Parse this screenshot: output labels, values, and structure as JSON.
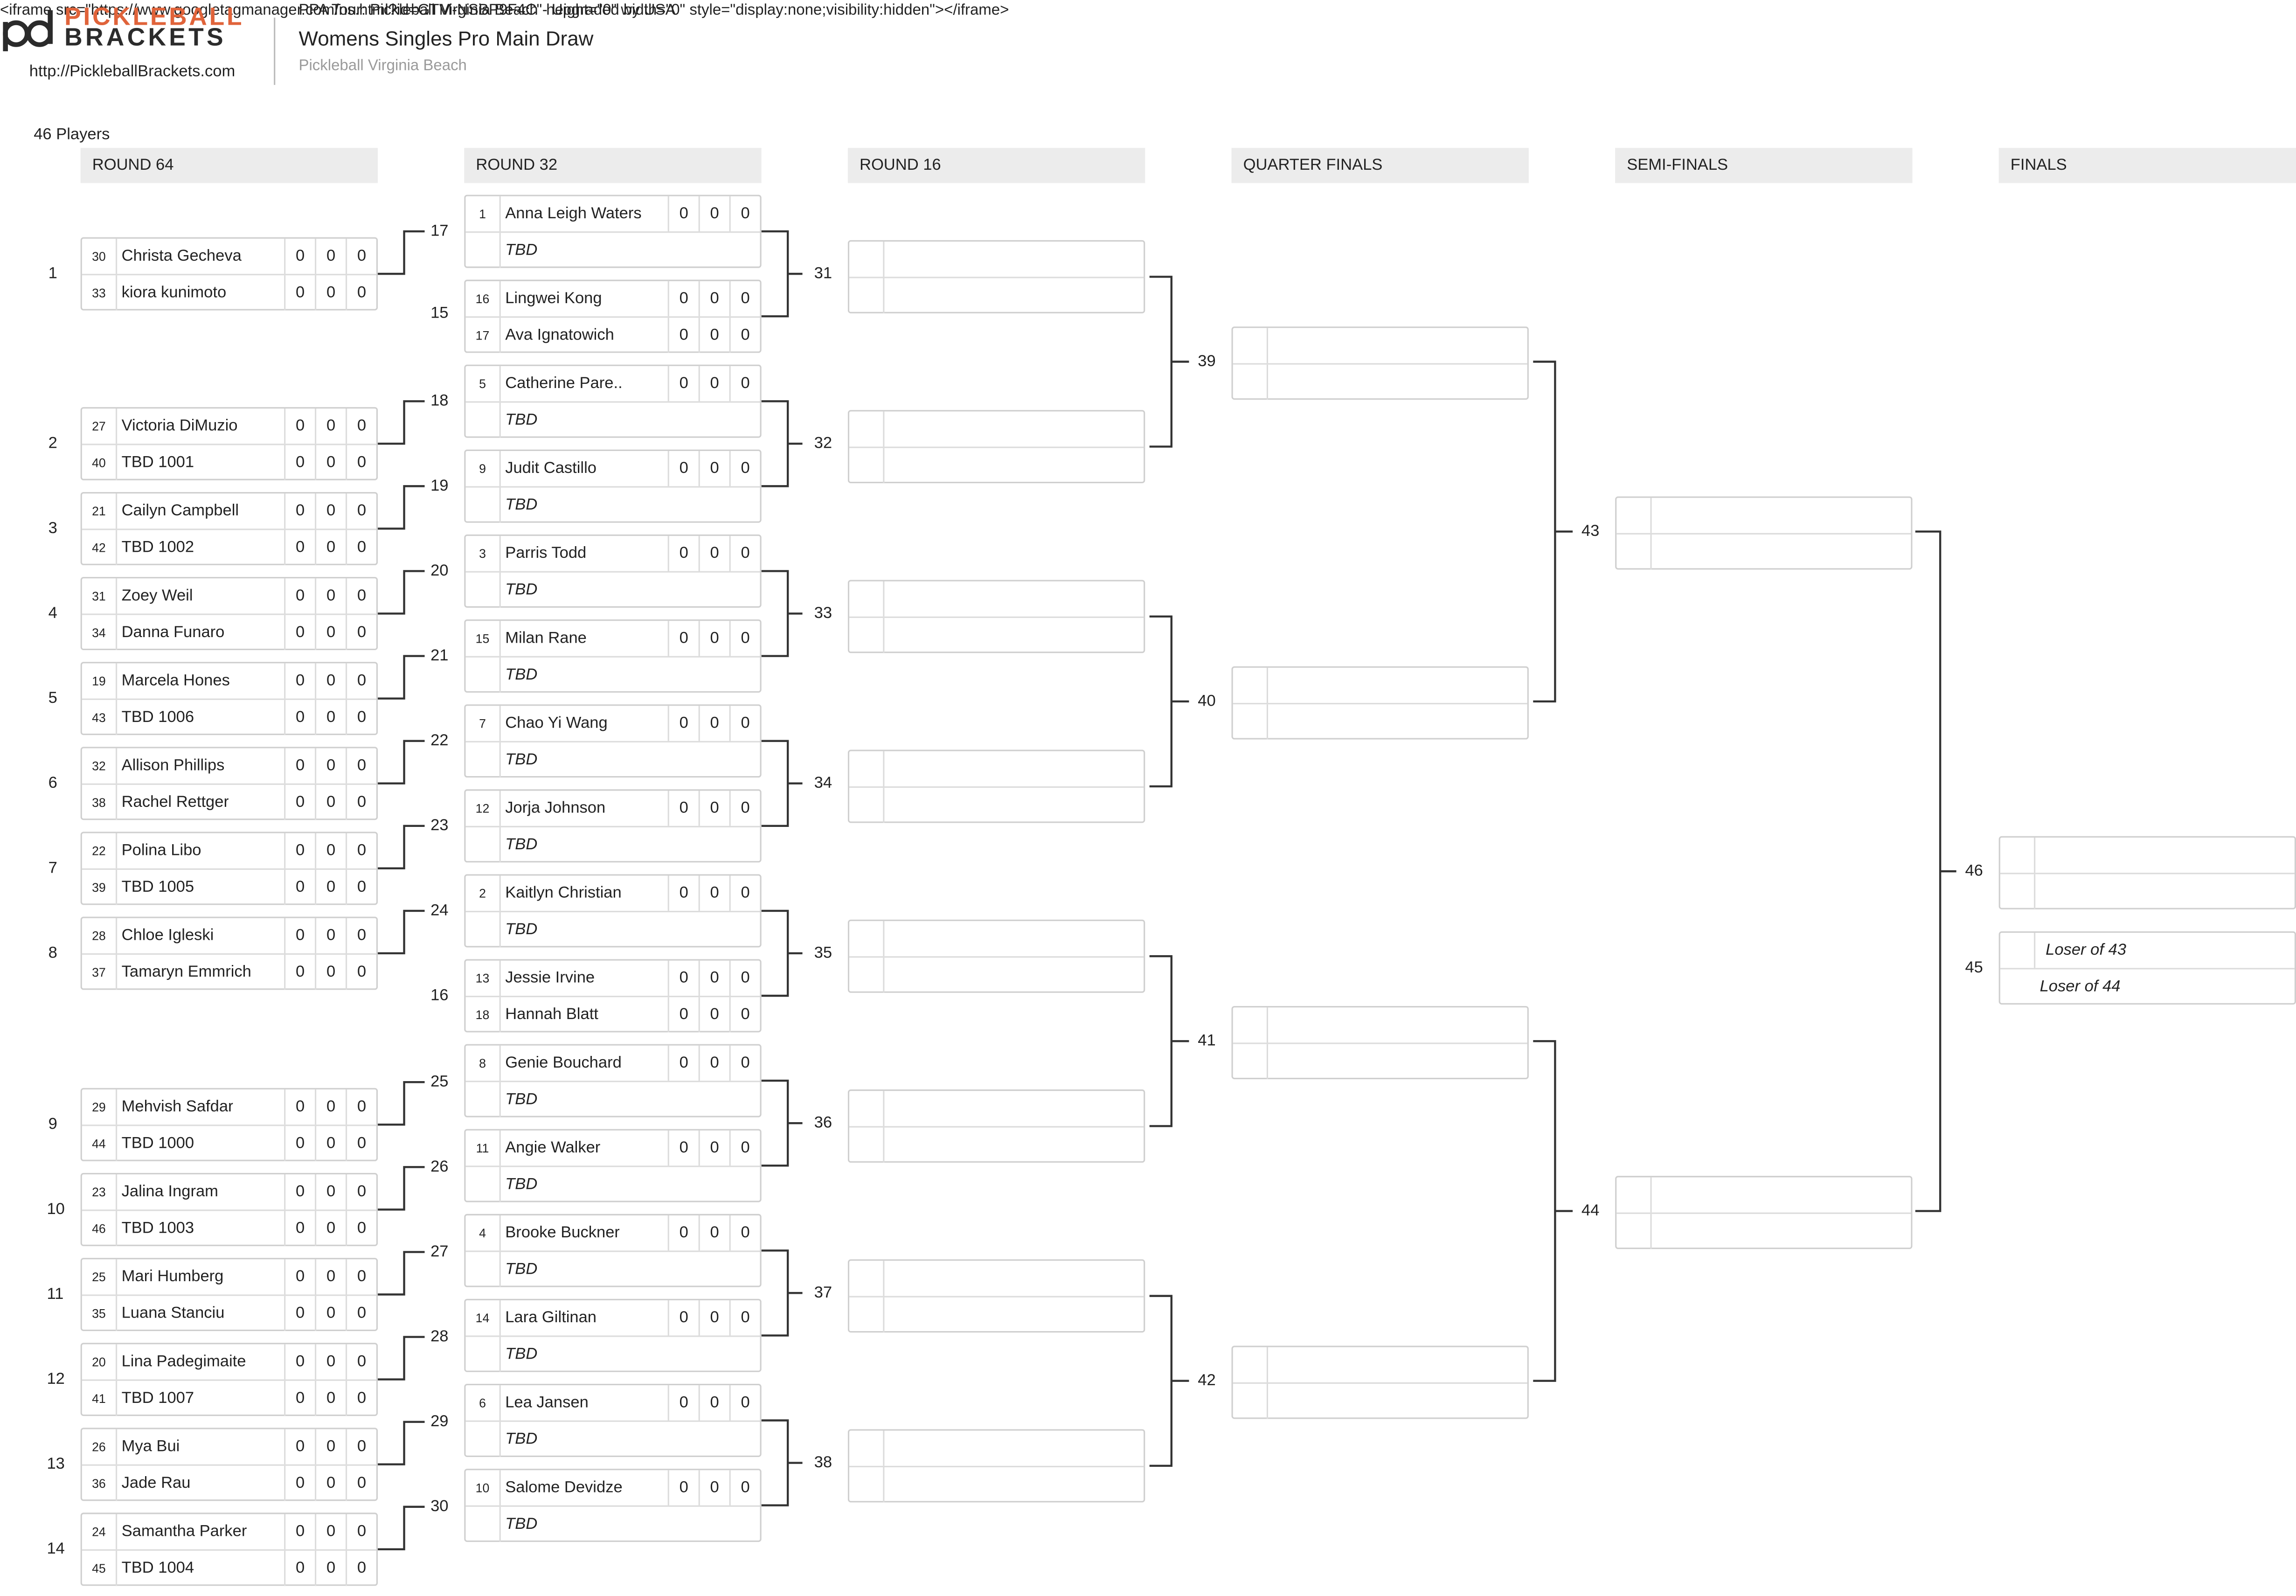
{
  "iframe_text": "<iframe src=\"https://www.googletagmanager.com/ns.html?id=GTM-NSBP9F4C\" height=\"0\" width=\"0\" style=\"display:none;visibility:hidden\"></iframe>",
  "iframe_overlap_text": "PPA Tour: Pickleball Virginia Beach - Upgraded by USA",
  "logo": {
    "line1": "PICKLEBALL",
    "line2": "BRACKETS",
    "brand_color": "#e0633a",
    "dark_color": "#2b2b2b"
  },
  "site_link": "http://PickleballBrackets.com",
  "title": "Womens Singles Pro Main Draw",
  "subtitle": "Pickleball Virginia Beach",
  "player_count": "46 Players",
  "rounds": [
    "ROUND 64",
    "ROUND 32",
    "ROUND 16",
    "QUARTER FINALS",
    "SEMI-FINALS",
    "FINALS"
  ],
  "round64": [
    {
      "label": "1",
      "next": "17",
      "p1": {
        "seed": "30",
        "name": "Christa Gecheva",
        "scores": [
          "0",
          "0",
          "0"
        ]
      },
      "p2": {
        "seed": "33",
        "name": "kiora kunimoto",
        "scores": [
          "0",
          "0",
          "0"
        ]
      }
    },
    {
      "label": "2",
      "next": "18",
      "p1": {
        "seed": "27",
        "name": "Victoria DiMuzio",
        "scores": [
          "0",
          "0",
          "0"
        ]
      },
      "p2": {
        "seed": "40",
        "name": "TBD 1001",
        "scores": [
          "0",
          "0",
          "0"
        ]
      }
    },
    {
      "label": "3",
      "next": "19",
      "p1": {
        "seed": "21",
        "name": "Cailyn Campbell",
        "scores": [
          "0",
          "0",
          "0"
        ]
      },
      "p2": {
        "seed": "42",
        "name": "TBD 1002",
        "scores": [
          "0",
          "0",
          "0"
        ]
      }
    },
    {
      "label": "4",
      "next": "20",
      "p1": {
        "seed": "31",
        "name": "Zoey Weil",
        "scores": [
          "0",
          "0",
          "0"
        ]
      },
      "p2": {
        "seed": "34",
        "name": "Danna Funaro",
        "scores": [
          "0",
          "0",
          "0"
        ]
      }
    },
    {
      "label": "5",
      "next": "21",
      "p1": {
        "seed": "19",
        "name": "Marcela Hones",
        "scores": [
          "0",
          "0",
          "0"
        ]
      },
      "p2": {
        "seed": "43",
        "name": "TBD 1006",
        "scores": [
          "0",
          "0",
          "0"
        ]
      }
    },
    {
      "label": "6",
      "next": "22",
      "p1": {
        "seed": "32",
        "name": "Allison Phillips",
        "scores": [
          "0",
          "0",
          "0"
        ]
      },
      "p2": {
        "seed": "38",
        "name": "Rachel Rettger",
        "scores": [
          "0",
          "0",
          "0"
        ]
      }
    },
    {
      "label": "7",
      "next": "23",
      "p1": {
        "seed": "22",
        "name": "Polina Libo",
        "scores": [
          "0",
          "0",
          "0"
        ]
      },
      "p2": {
        "seed": "39",
        "name": "TBD 1005",
        "scores": [
          "0",
          "0",
          "0"
        ]
      }
    },
    {
      "label": "8",
      "next": "24",
      "p1": {
        "seed": "28",
        "name": "Chloe Igleski",
        "scores": [
          "0",
          "0",
          "0"
        ]
      },
      "p2": {
        "seed": "37",
        "name": "Tamaryn Emmrich",
        "scores": [
          "0",
          "0",
          "0"
        ]
      }
    },
    {
      "label": "9",
      "next": "25",
      "p1": {
        "seed": "29",
        "name": "Mehvish Safdar",
        "scores": [
          "0",
          "0",
          "0"
        ]
      },
      "p2": {
        "seed": "44",
        "name": "TBD 1000",
        "scores": [
          "0",
          "0",
          "0"
        ]
      }
    },
    {
      "label": "10",
      "next": "26",
      "p1": {
        "seed": "23",
        "name": "Jalina Ingram",
        "scores": [
          "0",
          "0",
          "0"
        ]
      },
      "p2": {
        "seed": "46",
        "name": "TBD 1003",
        "scores": [
          "0",
          "0",
          "0"
        ]
      }
    },
    {
      "label": "11",
      "next": "27",
      "p1": {
        "seed": "25",
        "name": "Mari Humberg",
        "scores": [
          "0",
          "0",
          "0"
        ]
      },
      "p2": {
        "seed": "35",
        "name": "Luana Stanciu",
        "scores": [
          "0",
          "0",
          "0"
        ]
      }
    },
    {
      "label": "12",
      "next": "28",
      "p1": {
        "seed": "20",
        "name": "Lina Padegimaite",
        "scores": [
          "0",
          "0",
          "0"
        ]
      },
      "p2": {
        "seed": "41",
        "name": "TBD 1007",
        "scores": [
          "0",
          "0",
          "0"
        ]
      }
    },
    {
      "label": "13",
      "next": "29",
      "p1": {
        "seed": "26",
        "name": "Mya Bui",
        "scores": [
          "0",
          "0",
          "0"
        ]
      },
      "p2": {
        "seed": "36",
        "name": "Jade Rau",
        "scores": [
          "0",
          "0",
          "0"
        ]
      }
    },
    {
      "label": "14",
      "next": "30",
      "p1": {
        "seed": "24",
        "name": "Samantha Parker",
        "scores": [
          "0",
          "0",
          "0"
        ]
      },
      "p2": {
        "seed": "45",
        "name": "TBD 1004",
        "scores": [
          "0",
          "0",
          "0"
        ]
      }
    }
  ],
  "round32": [
    {
      "label": "17",
      "p1": {
        "seed": "1",
        "name": "Anna Leigh Waters",
        "scores": [
          "0",
          "0",
          "0"
        ]
      },
      "p2": {
        "seed": "",
        "name": "TBD",
        "scores": []
      }
    },
    {
      "label": "15",
      "p1": {
        "seed": "16",
        "name": "Lingwei Kong",
        "scores": [
          "0",
          "0",
          "0"
        ]
      },
      "p2": {
        "seed": "17",
        "name": "Ava Ignatowich",
        "scores": [
          "0",
          "0",
          "0"
        ]
      }
    },
    {
      "label": "18",
      "p1": {
        "seed": "5",
        "name": "Catherine Pare..",
        "scores": [
          "0",
          "0",
          "0"
        ]
      },
      "p2": {
        "seed": "",
        "name": "TBD",
        "scores": []
      }
    },
    {
      "label": "19",
      "p1": {
        "seed": "9",
        "name": "Judit Castillo",
        "scores": [
          "0",
          "0",
          "0"
        ]
      },
      "p2": {
        "seed": "",
        "name": "TBD",
        "scores": []
      }
    },
    {
      "label": "20",
      "p1": {
        "seed": "3",
        "name": "Parris Todd",
        "scores": [
          "0",
          "0",
          "0"
        ]
      },
      "p2": {
        "seed": "",
        "name": "TBD",
        "scores": []
      }
    },
    {
      "label": "21",
      "p1": {
        "seed": "15",
        "name": "Milan Rane",
        "scores": [
          "0",
          "0",
          "0"
        ]
      },
      "p2": {
        "seed": "",
        "name": "TBD",
        "scores": []
      }
    },
    {
      "label": "22",
      "p1": {
        "seed": "7",
        "name": "Chao Yi Wang",
        "scores": [
          "0",
          "0",
          "0"
        ]
      },
      "p2": {
        "seed": "",
        "name": "TBD",
        "scores": []
      }
    },
    {
      "label": "23",
      "p1": {
        "seed": "12",
        "name": "Jorja Johnson",
        "scores": [
          "0",
          "0",
          "0"
        ]
      },
      "p2": {
        "seed": "",
        "name": "TBD",
        "scores": []
      }
    },
    {
      "label": "24",
      "p1": {
        "seed": "2",
        "name": "Kaitlyn Christian",
        "scores": [
          "0",
          "0",
          "0"
        ]
      },
      "p2": {
        "seed": "",
        "name": "TBD",
        "scores": []
      }
    },
    {
      "label": "16",
      "p1": {
        "seed": "13",
        "name": "Jessie Irvine",
        "scores": [
          "0",
          "0",
          "0"
        ]
      },
      "p2": {
        "seed": "18",
        "name": "Hannah Blatt",
        "scores": [
          "0",
          "0",
          "0"
        ]
      }
    },
    {
      "label": "25",
      "p1": {
        "seed": "8",
        "name": "Genie Bouchard",
        "scores": [
          "0",
          "0",
          "0"
        ]
      },
      "p2": {
        "seed": "",
        "name": "TBD",
        "scores": []
      }
    },
    {
      "label": "26",
      "p1": {
        "seed": "11",
        "name": "Angie Walker",
        "scores": [
          "0",
          "0",
          "0"
        ]
      },
      "p2": {
        "seed": "",
        "name": "TBD",
        "scores": []
      }
    },
    {
      "label": "27",
      "p1": {
        "seed": "4",
        "name": "Brooke Buckner",
        "scores": [
          "0",
          "0",
          "0"
        ]
      },
      "p2": {
        "seed": "",
        "name": "TBD",
        "scores": []
      }
    },
    {
      "label": "28",
      "p1": {
        "seed": "14",
        "name": "Lara Giltinan",
        "scores": [
          "0",
          "0",
          "0"
        ]
      },
      "p2": {
        "seed": "",
        "name": "TBD",
        "scores": []
      }
    },
    {
      "label": "29",
      "p1": {
        "seed": "6",
        "name": "Lea Jansen",
        "scores": [
          "0",
          "0",
          "0"
        ]
      },
      "p2": {
        "seed": "",
        "name": "TBD",
        "scores": []
      }
    },
    {
      "label": "30",
      "p1": {
        "seed": "10",
        "name": "Salome Devidze",
        "scores": [
          "0",
          "0",
          "0"
        ]
      },
      "p2": {
        "seed": "",
        "name": "TBD",
        "scores": []
      }
    }
  ],
  "round16": [
    "31",
    "32",
    "33",
    "34",
    "35",
    "36",
    "37",
    "38"
  ],
  "quarterfinals": [
    "39",
    "40",
    "41",
    "42"
  ],
  "semifinals": [
    "43",
    "44"
  ],
  "finals": {
    "final_label": "46",
    "third_label": "45",
    "third_p1": "Loser of 43",
    "third_p2": "Loser of 44"
  }
}
